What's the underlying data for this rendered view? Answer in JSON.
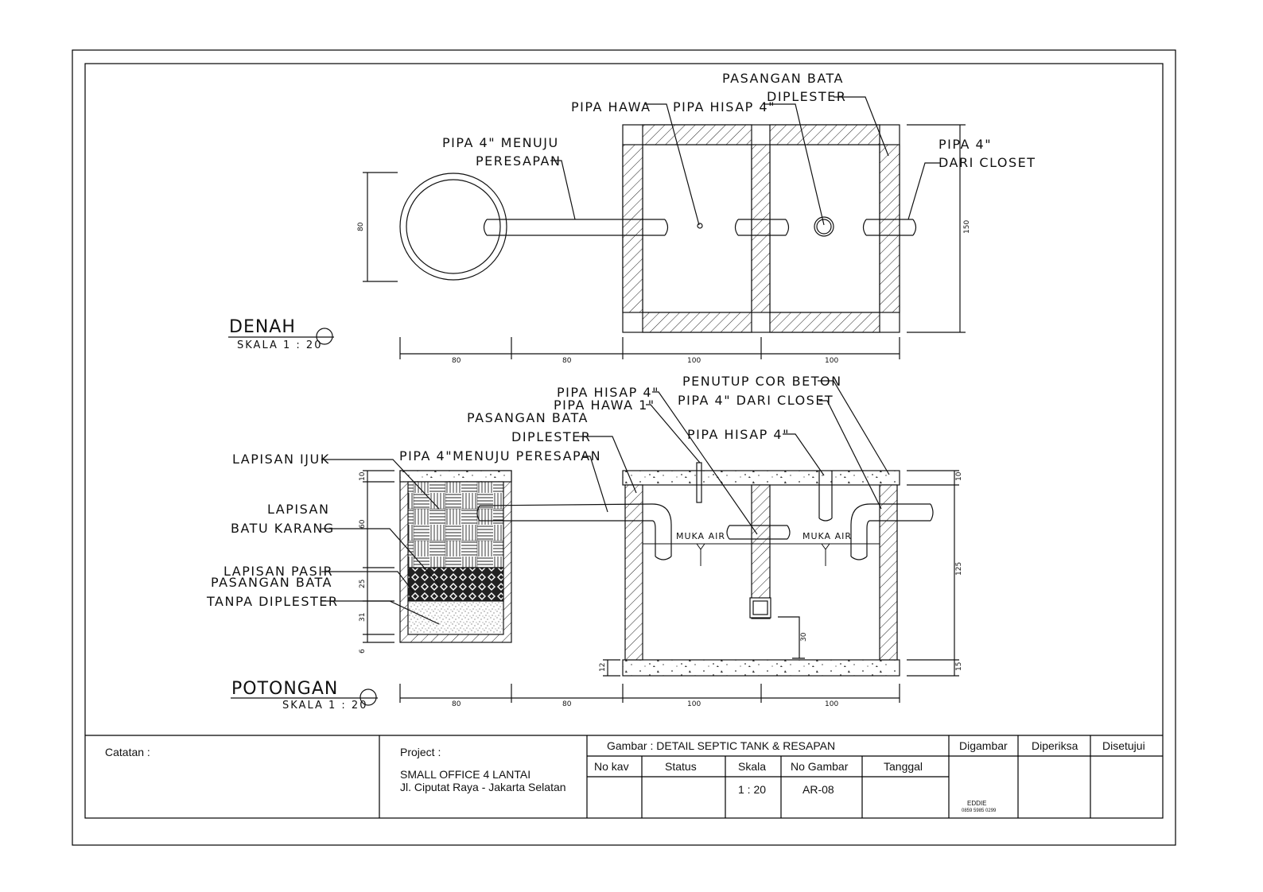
{
  "plan": {
    "title": "DENAH",
    "scale": "SKALA 1 : 20",
    "labels": {
      "pasangan_bata_1": "PASANGAN BATA",
      "pasangan_bata_2": "DIPLESTER",
      "pipa_hawa": "PIPA HAWA",
      "pipa_hisap": "PIPA HISAP 4\"",
      "pipa_menuju_1": "PIPA 4\" MENUJU",
      "pipa_menuju_2": "PERESAPAN",
      "pipa_closet_1": "PIPA 4\"",
      "pipa_closet_2": "DARI CLOSET"
    },
    "dims": {
      "left_height": "80",
      "right_height": "150",
      "bottom": [
        "80",
        "80",
        "100",
        "100"
      ]
    }
  },
  "section": {
    "title": "POTONGAN",
    "scale": "SKALA 1 : 20",
    "labels": {
      "penutup": "PENUTUP COR BETON",
      "pipa_hisap_1": "PIPA HISAP 4\"",
      "pipa_closet": "PIPA 4\" DARI CLOSET",
      "pipa_hawa": "PIPA HAWA 1\"",
      "pasangan_bata_1": "PASANGAN BATA",
      "pasangan_bata_2": "DIPLESTER",
      "pipa_hisap_2": "PIPA HISAP 4\"",
      "lapisan_ijuk": "LAPISAN IJUK",
      "pipa_menuju": "PIPA 4\"MENUJU PERESAPAN",
      "lapisan_1": "LAPISAN",
      "lapisan_2": "BATU KARANG",
      "lapisan_pasir": "LAPISAN PASIR",
      "tanpa_1": "PASANGAN BATA",
      "tanpa_2": "TANPA DIPLESTER",
      "muka_air_1": "MUKA AIR",
      "muka_air_2": "MUKA AIR"
    },
    "dims": {
      "left": [
        "10",
        "60",
        "25",
        "31",
        "6"
      ],
      "right": [
        "10",
        "125",
        "15"
      ],
      "inner": "30",
      "bottom_left": "12",
      "bottom": [
        "80",
        "80",
        "100",
        "100"
      ]
    }
  },
  "title_block": {
    "catatan": "Catatan :",
    "project_label": "Project :",
    "project_name": "SMALL OFFICE 4 LANTAI",
    "project_address": "Jl. Ciputat Raya  - Jakarta Selatan",
    "gambar": "Gambar : DETAIL SEPTIC TANK & RESAPAN",
    "headers": [
      "No kav",
      "Status",
      "Skala",
      "No Gambar",
      "Tanggal"
    ],
    "values": [
      "",
      "",
      "1 : 20",
      "AR-08",
      ""
    ],
    "digambar": "Digambar",
    "diperiksa": "Diperiksa",
    "disetujui": "Disetujui",
    "drafter": "EDDIE",
    "drafter_phone": "0859 5985 0299"
  }
}
